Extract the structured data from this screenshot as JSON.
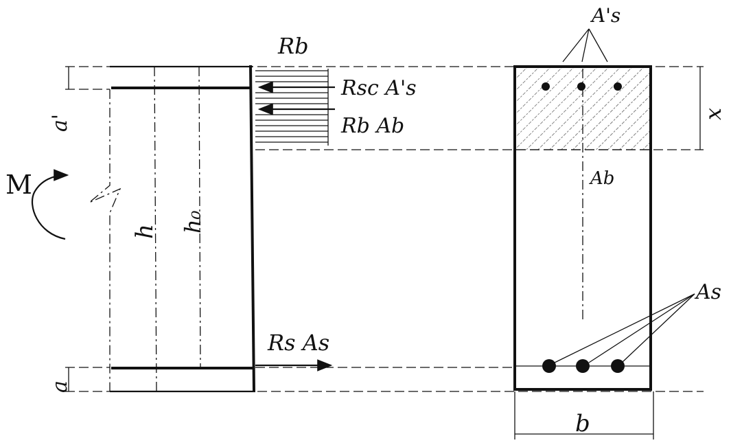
{
  "labels": {
    "moment": "M",
    "h": "h",
    "h0": "h₀",
    "a_prime": "a'",
    "a": "a",
    "Rb": "Rb",
    "Rsc_As_prime": "Rsc A's",
    "Rb_Ab": "Rb Ab",
    "Rs_As": "Rs As",
    "As_prime": "A's",
    "x": "x",
    "Ab": "Ab",
    "As": "As",
    "b": "b"
  }
}
